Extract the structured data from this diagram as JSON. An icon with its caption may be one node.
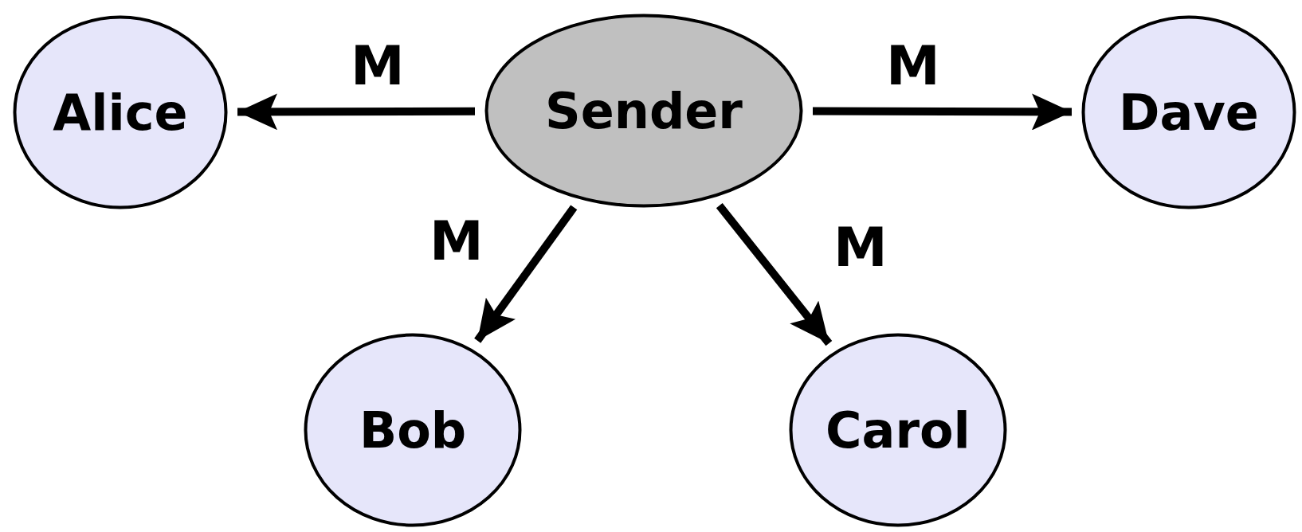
{
  "diagram": {
    "nodes": [
      {
        "text": [
          "Alice"
        ]
      },
      {
        "text": [
          "Sender"
        ]
      },
      {
        "text": [
          "Dave"
        ]
      },
      {
        "text": [
          "Bob"
        ]
      },
      {
        "text": [
          "Carol"
        ]
      }
    ],
    "edges": [
      {
        "from": 1,
        "to": 0,
        "arrow": "to",
        "label": "M"
      },
      {
        "from": 1,
        "to": 2,
        "arrow": "to",
        "label": "M"
      },
      {
        "from": 1,
        "to": 3,
        "arrow": "to",
        "label": "M"
      },
      {
        "from": 1,
        "to": 4,
        "arrow": "to",
        "label": "M"
      }
    ]
  }
}
